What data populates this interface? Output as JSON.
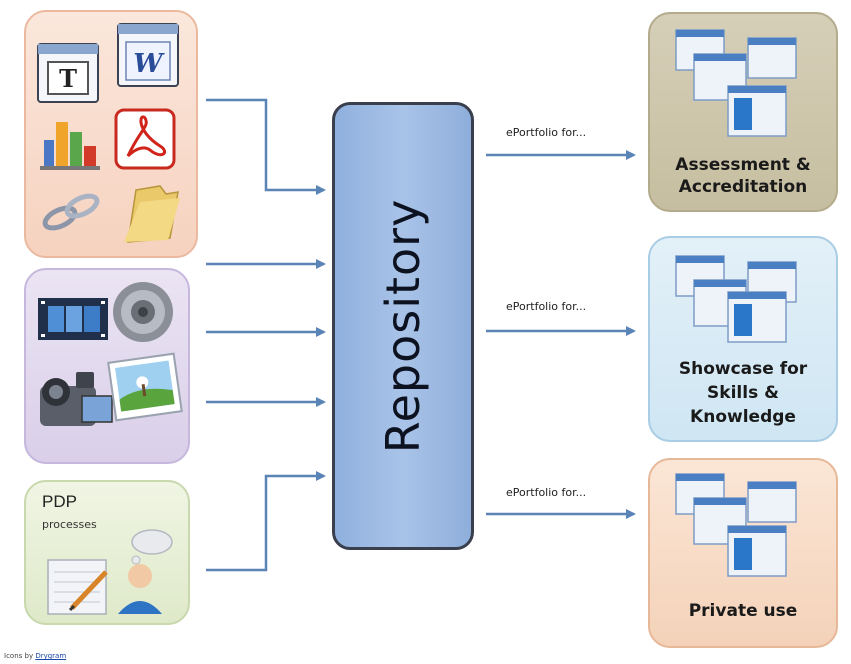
{
  "repository": {
    "label": "Repository"
  },
  "eportfolio_labels": [
    "ePortfolio for...",
    "ePortfolio for...",
    "ePortfolio for..."
  ],
  "outputs": [
    {
      "title": "Assessment & Accreditation",
      "lines": [
        "Assessment &",
        "Accreditation"
      ]
    },
    {
      "title": "Showcase for Skills & Knowledge",
      "lines": [
        "Showcase for",
        "Skills &",
        "Knowledge"
      ]
    },
    {
      "title": "Private use",
      "lines": [
        "Private use"
      ]
    }
  ],
  "pdp": {
    "title": "PDP",
    "subtitle": "processes"
  },
  "credit": {
    "prefix": "Icons by",
    "link": "Drygram"
  },
  "icons": {
    "docs": [
      "text-document-icon",
      "word-document-icon",
      "bar-chart-icon",
      "pdf-icon",
      "link-icon",
      "folder-icon"
    ],
    "media": [
      "film-strip-icon",
      "speaker-icon",
      "video-camera-icon",
      "picture-icon"
    ],
    "pdp": [
      "notepad-pen-icon",
      "person-thinking-icon"
    ]
  },
  "colors": {
    "arrow": "#5b84b6",
    "repository_fill": "#9db9e2",
    "repository_border": "#3a3f4e"
  }
}
